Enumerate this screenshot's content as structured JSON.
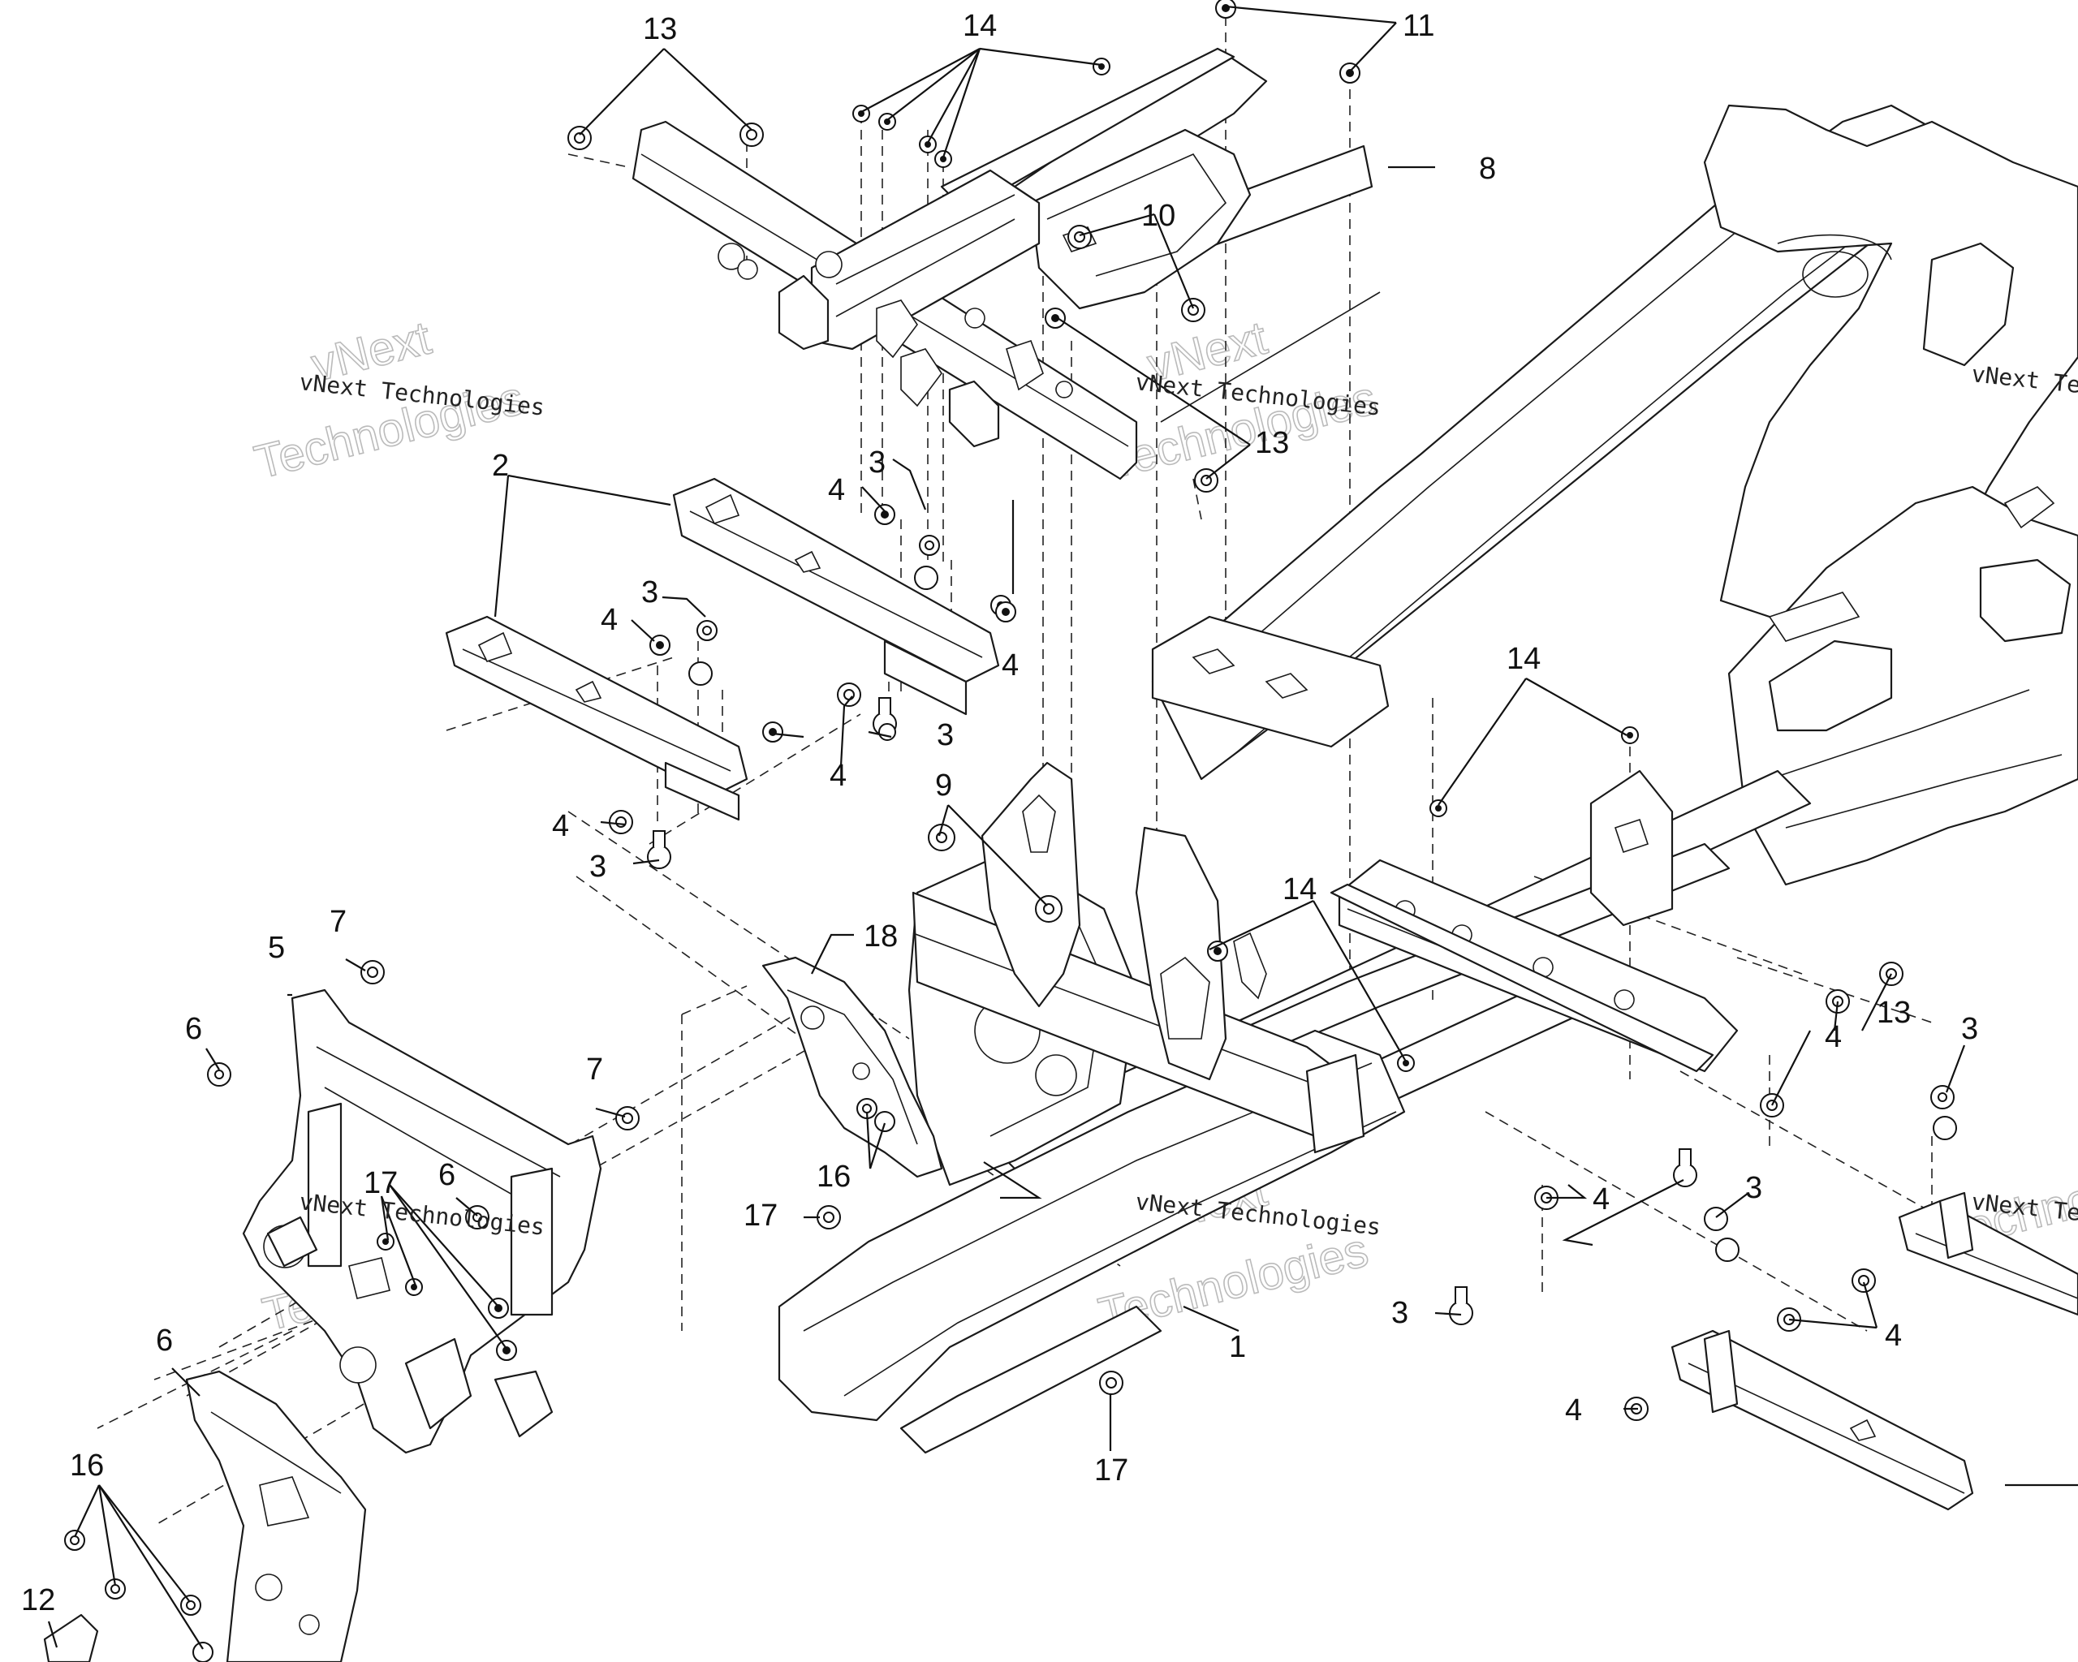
{
  "diagram": {
    "callouts": {
      "c1": "1",
      "c2": "2",
      "c3a": "3",
      "c3b": "3",
      "c3c": "3",
      "c3d": "3",
      "c3e": "3",
      "c3f": "3",
      "c3g": "3",
      "c4a": "4",
      "c4b": "4",
      "c4c": "4",
      "c4d": "4",
      "c4e": "4",
      "c4f": "4",
      "c4g": "4",
      "c4h": "4",
      "c4i": "4",
      "c5": "5",
      "c6a": "6",
      "c6b": "6",
      "c6c": "6",
      "c7a": "7",
      "c7b": "7",
      "c8": "8",
      "c9": "9",
      "c10": "10",
      "c11": "11",
      "c12": "12",
      "c13a": "13",
      "c13b": "13",
      "c13c": "13",
      "c14a": "14",
      "c14b": "14",
      "c14c": "14",
      "c16a": "16",
      "c16b": "16",
      "c17a": "17",
      "c17b": "17",
      "c17c": "17",
      "c18": "18"
    },
    "watermark": {
      "company": "vNext Technologies",
      "word1": "vNext",
      "word2": "Technologies"
    }
  }
}
